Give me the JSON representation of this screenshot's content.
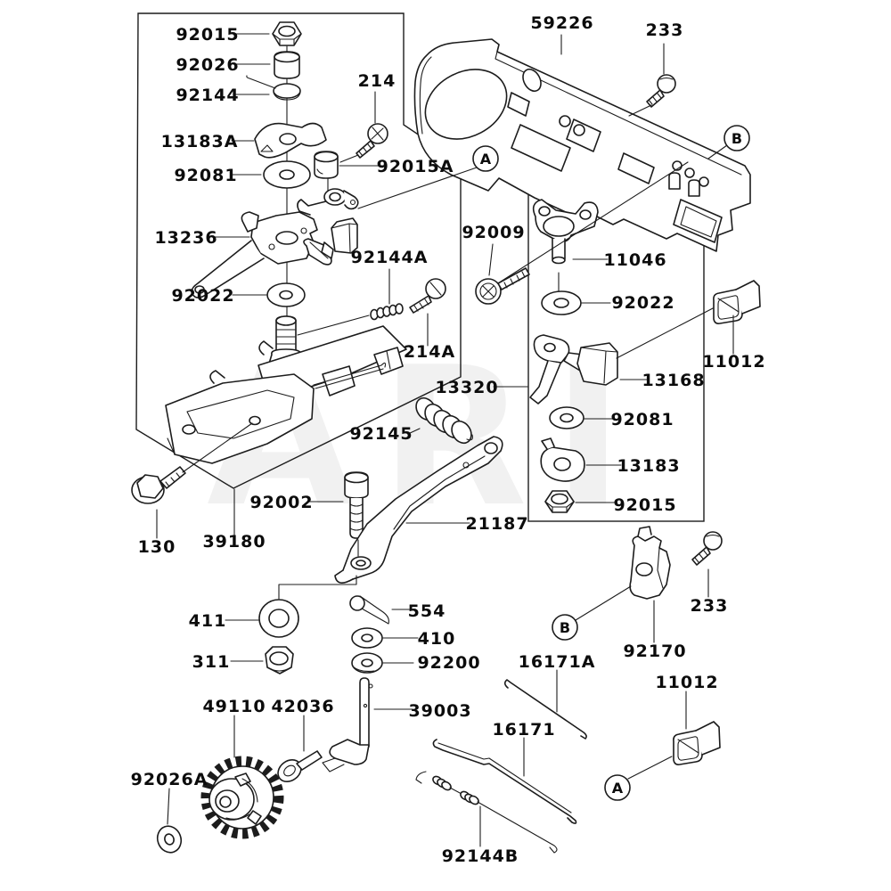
{
  "diagram": {
    "type": "exploded-parts-diagram",
    "watermark": "ARI",
    "line_color": "#1c1c1c",
    "background": "#ffffff"
  },
  "labels": {
    "92015_top": "92015",
    "92026": "92026",
    "92144": "92144",
    "13183A": "13183A",
    "92081_left": "92081",
    "214": "214",
    "92015A": "92015A",
    "59226": "59226",
    "233_top": "233",
    "13236": "13236",
    "92009": "92009",
    "11046": "11046",
    "92022_left": "92022",
    "92144A": "92144A",
    "92022_right": "92022",
    "11012_mid": "11012",
    "214A": "214A",
    "13320": "13320",
    "13168": "13168",
    "92145": "92145",
    "92081_right": "92081",
    "13183": "13183",
    "92002": "92002",
    "92015_right": "92015",
    "21187": "21187",
    "130": "130",
    "39180": "39180",
    "233_bottom": "233",
    "92170": "92170",
    "411": "411",
    "554": "554",
    "410": "410",
    "16171A": "16171A",
    "311": "311",
    "92200": "92200",
    "11012_bottom": "11012",
    "49110": "49110",
    "42036": "42036",
    "39003": "39003",
    "16171": "16171",
    "92026A": "92026A",
    "92144B": "92144B"
  },
  "markers": {
    "a": "A",
    "b": "B"
  }
}
